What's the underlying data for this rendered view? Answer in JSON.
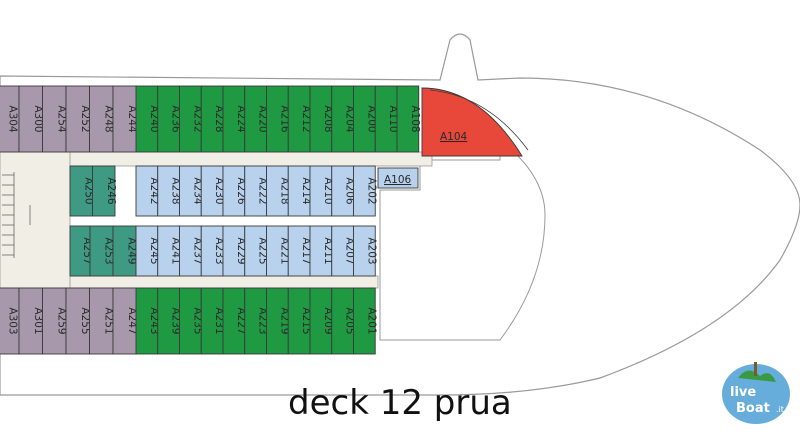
{
  "title": "deck 12 prua",
  "watermark": {
    "line1": "live",
    "line2": "Boat",
    "suffix": ".it"
  },
  "colors": {
    "grey": "#a898ab",
    "green": "#1f9a43",
    "blue": "#b8d2ee",
    "teal": "#3f9a84",
    "red": "#e8483a",
    "corridor": "#f1eee6",
    "hull_outline": "#888888"
  },
  "cabins": {
    "top_outer_grey": [
      "A300",
      "A254",
      "A252",
      "A248",
      "A244"
    ],
    "top_outer_green": [
      "A240",
      "A236",
      "A232",
      "A228",
      "A224",
      "A220",
      "A216",
      "A212",
      "A208",
      "A204",
      "A200",
      "A110",
      "A108"
    ],
    "top_outer_partial": "A304",
    "top_suite": "A104",
    "inner_top_teal": [
      "A250",
      "A246"
    ],
    "inner_top_blue": [
      "A242",
      "A238",
      "A234",
      "A230",
      "A226",
      "A222",
      "A218",
      "A214",
      "A210",
      "A206",
      "A202"
    ],
    "inner_top_side": "A106",
    "inner_bottom_teal": [
      "A257",
      "A253",
      "A249"
    ],
    "inner_bottom_blue": [
      "A245",
      "A241",
      "A237",
      "A233",
      "A229",
      "A225",
      "A221",
      "A217",
      "A211",
      "A207",
      "A203"
    ],
    "bottom_outer_grey": [
      "A301",
      "A259",
      "A255",
      "A251",
      "A247"
    ],
    "bottom_outer_green": [
      "A243",
      "A239",
      "A235",
      "A231",
      "A227",
      "A223",
      "A219",
      "A215",
      "A209",
      "A205",
      "A201"
    ],
    "bottom_outer_partial": "A303"
  }
}
